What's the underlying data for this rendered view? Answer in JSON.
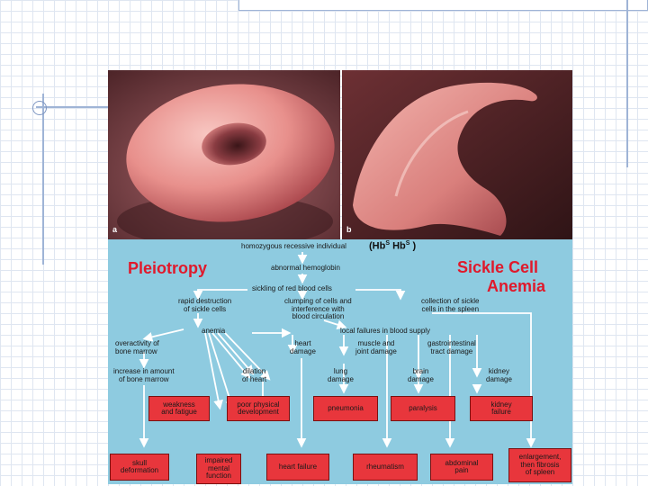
{
  "photos": {
    "left_letter": "a",
    "right_letter": "b"
  },
  "chart_title": "Pleiotropy",
  "chart_subtitle_line1": "Sickle Cell",
  "chart_subtitle_line2": "Anemia",
  "genotype": {
    "open": "(",
    "hb1": "Hb",
    "sup1": "S",
    "hb2": "Hb",
    "sup2": "S",
    "close": ")"
  },
  "nodes": {
    "homozygous": "homozygous recessive individual",
    "abnormal": "abnormal hemoglobin",
    "sickling": "sickling of red blood cells",
    "rapid1": "rapid destruction",
    "rapid2": "of sickle cells",
    "clump1": "clumping of cells and",
    "clump2": "interference with",
    "clump3": "blood circulation",
    "collect1": "collection of sickle",
    "collect2": "cells in the spleen",
    "anemia": "anemia",
    "local": "local failures in blood supply",
    "over1": "overactivity of",
    "over2": "bone marrow",
    "inc1": "increase in amount",
    "inc2": "of bone marrow",
    "dil1": "dilation",
    "dil2": "of heart",
    "heart1": "heart",
    "heart2": "damage",
    "muscle1": "muscle and",
    "muscle2": "joint damage",
    "gastro1": "gastrointestinal",
    "gastro2": "tract damage",
    "lung1": "lung",
    "lung2": "damage",
    "brain1": "brain",
    "brain2": "damage",
    "kidney1": "kidney",
    "kidney2": "damage"
  },
  "boxes": {
    "weak1": "weakness",
    "weak2": "and fatigue",
    "poor1": "poor physical",
    "poor2": "development",
    "pneumonia": "pneumonia",
    "paralysis": "paralysis",
    "kf1": "kidney",
    "kf2": "failure",
    "skull1": "skull",
    "skull2": "deformation",
    "impaired1": "impaired",
    "impaired2": "mental",
    "impaired3": "function",
    "heartfail": "heart failure",
    "rheum": "rheumatism",
    "abd1": "abdominal",
    "abd2": "pain",
    "enl1": "enlargement,",
    "enl2": "then fibrosis",
    "enl3": "of spleen"
  }
}
